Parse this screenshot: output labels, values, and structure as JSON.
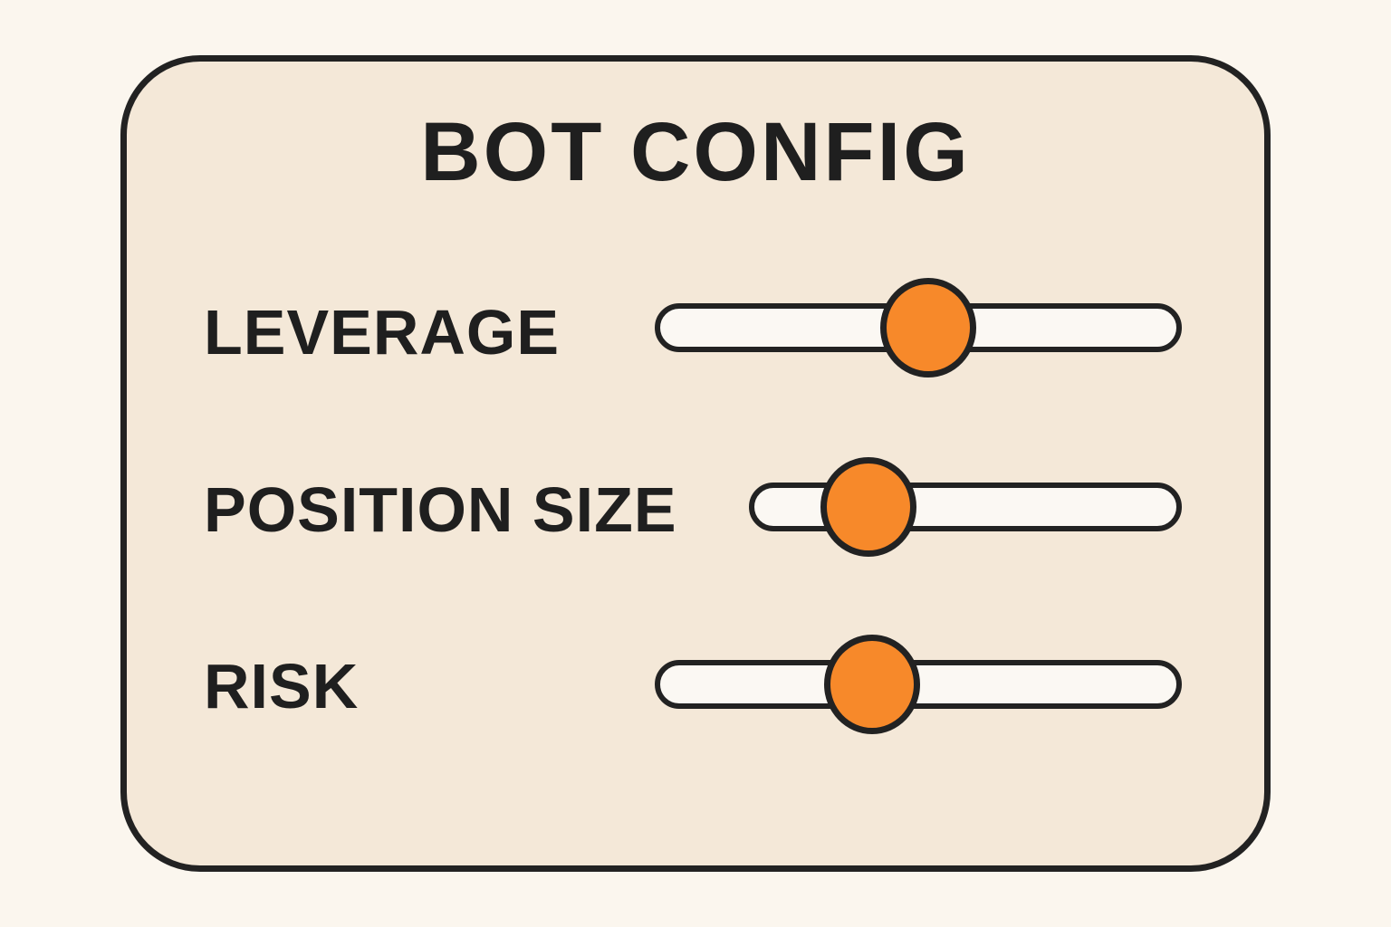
{
  "panel": {
    "title": "BOT CONFIG"
  },
  "sliders": [
    {
      "id": "leverage",
      "label": "LEVERAGE",
      "value_fraction": 0.52
    },
    {
      "id": "position_size",
      "label": "POSITION SIZE",
      "value_fraction": 0.27
    },
    {
      "id": "risk",
      "label": "RISK",
      "value_fraction": 0.41
    }
  ],
  "colors": {
    "panel_background": "#f4e8d8",
    "page_background": "#fbf6ee",
    "track_fill": "#fbf8f3",
    "thumb_accent": "#f7892a",
    "outline": "#222222"
  }
}
